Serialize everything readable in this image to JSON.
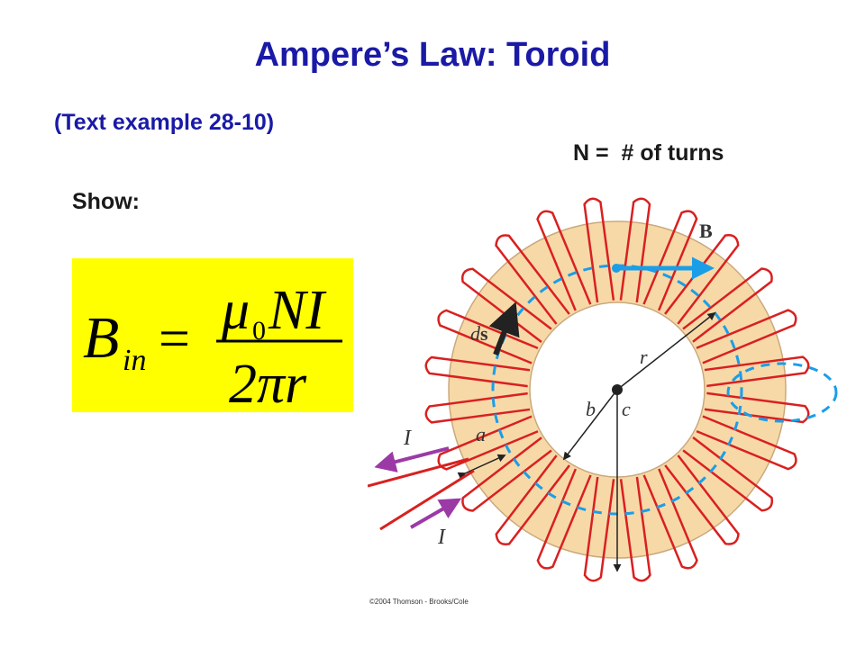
{
  "slide": {
    "title": "Ampere’s Law: Toroid",
    "subtitle": "(Text example 28-10)",
    "n_label": "N =  # of turns",
    "show_label": "Show:",
    "credit": "©2004 Thomson - Brooks/Cole"
  },
  "formula": {
    "lhs_symbol": "B",
    "lhs_subscript": "in",
    "equals": "=",
    "numerator_mu": "μ",
    "numerator_mu_sub": "0",
    "numerator_rest": "NI",
    "denominator": "2πr"
  },
  "figure": {
    "field_label": "B",
    "ds_label_d": "d",
    "ds_label_s": "s",
    "r_label": "r",
    "b_label": "b",
    "c_label": "c",
    "a_label": "a",
    "current_label_top": "I",
    "current_label_bottom": "I"
  },
  "colors": {
    "title": "#1a1aa6",
    "highlight": "#ffff00",
    "toroid_fill": "#f7d9a8",
    "winding": "#d92020",
    "amperian_loop": "#1a9ee8",
    "current_arrow": "#9b3aa6"
  }
}
